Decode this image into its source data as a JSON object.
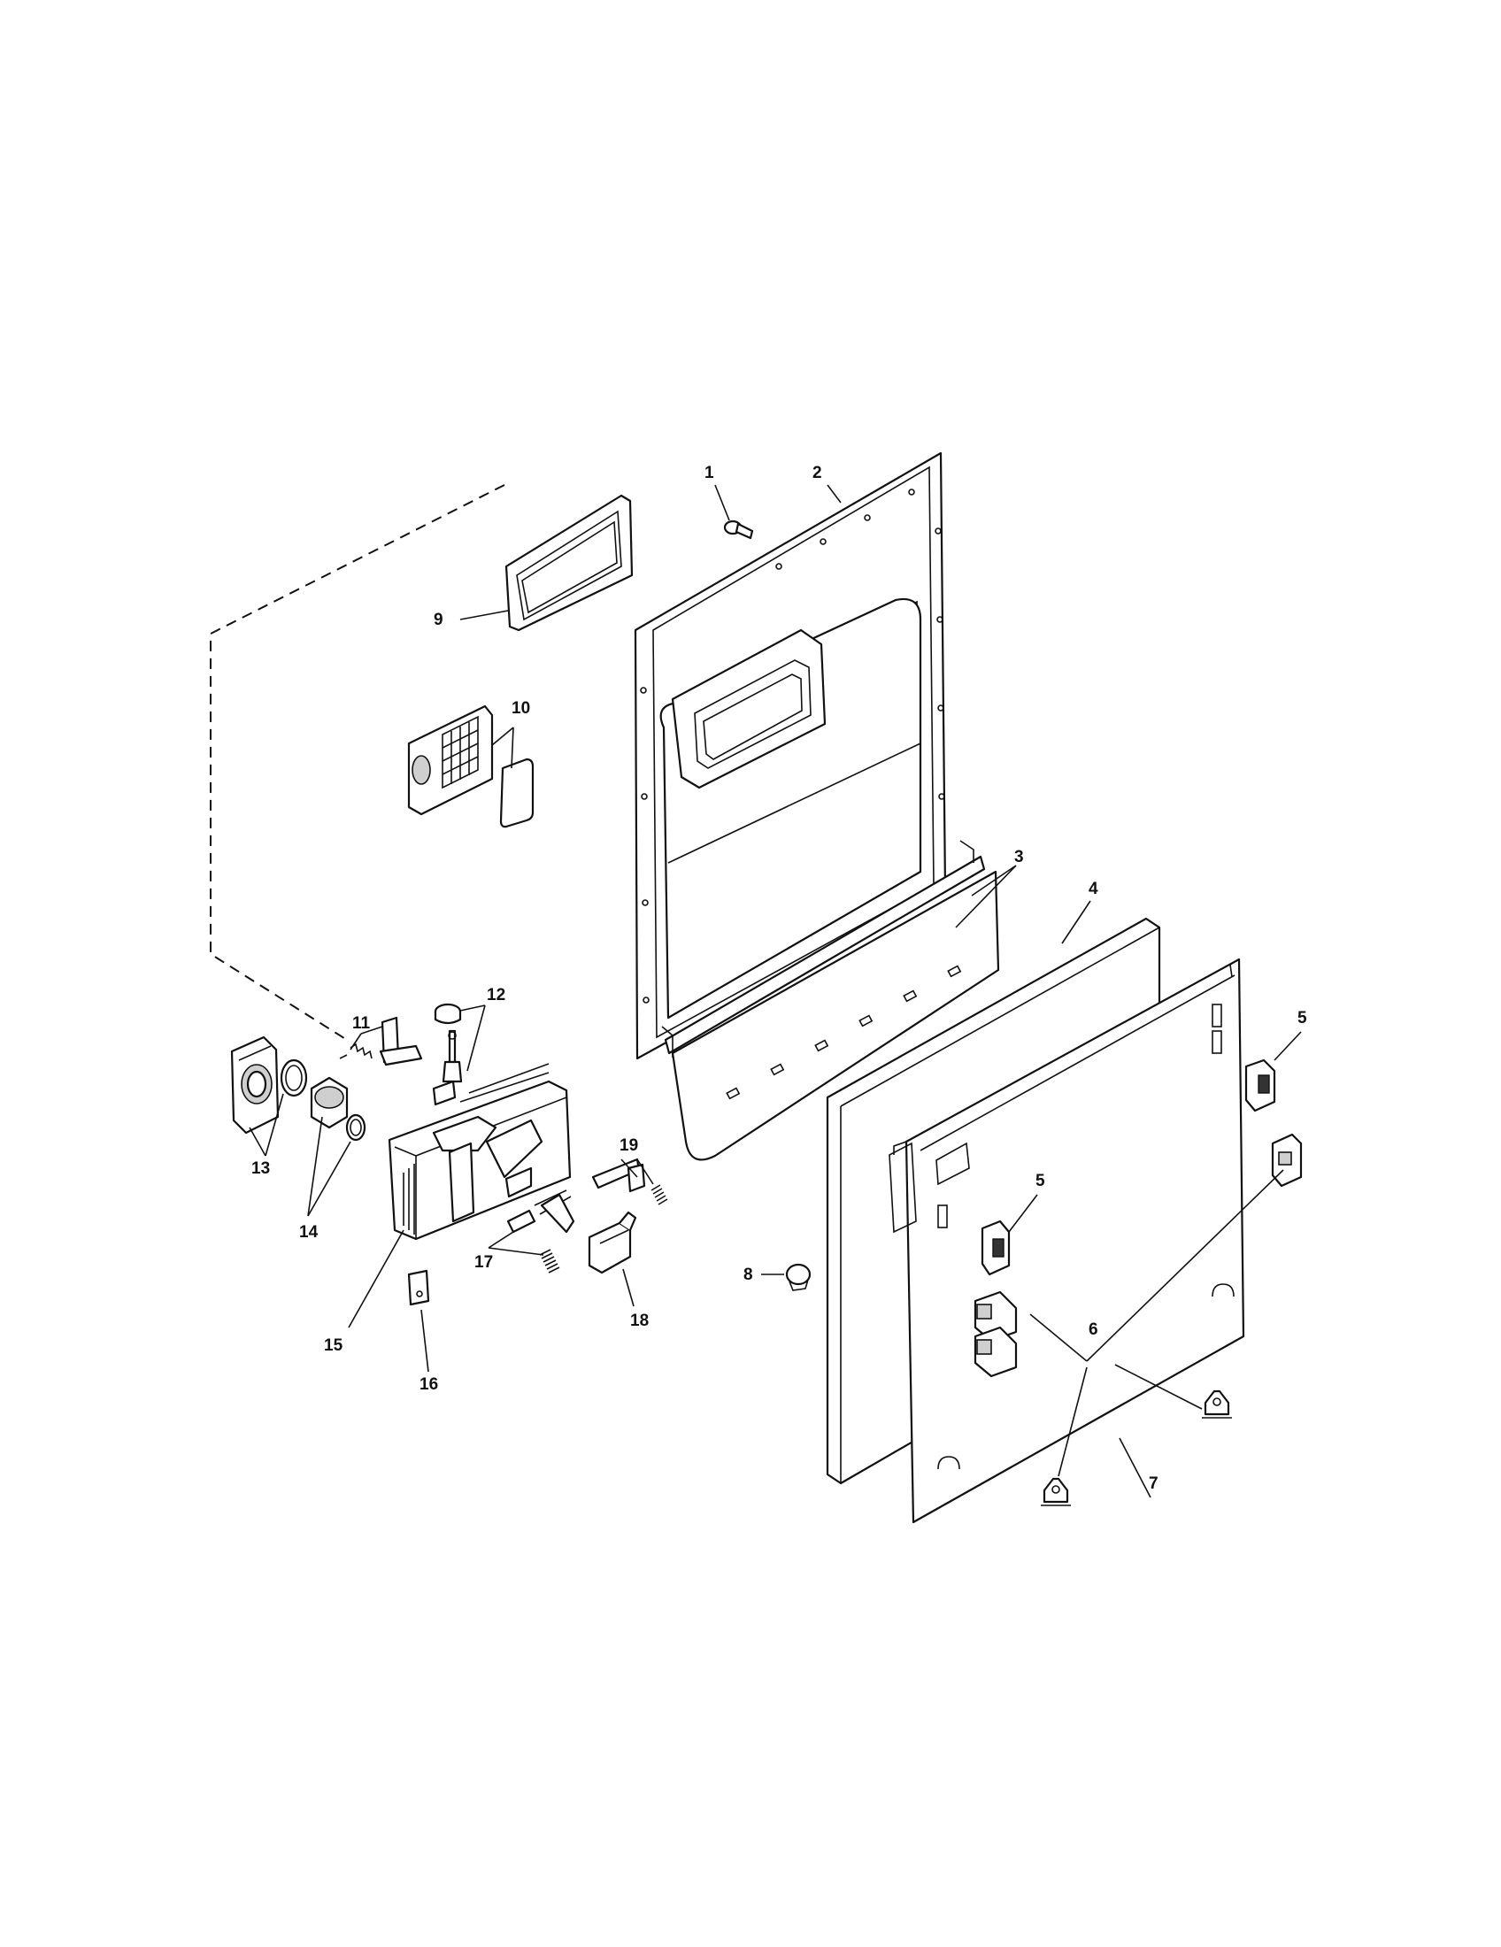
{
  "diagram": {
    "type": "exploded-parts-view",
    "callouts": {
      "c1": "1",
      "c2": "2",
      "c3": "3",
      "c4": "4",
      "c5a": "5",
      "c5b": "5",
      "c6": "6",
      "c7": "7",
      "c8": "8",
      "c9": "9",
      "c10": "10",
      "c11": "11",
      "c12": "12",
      "c13": "13",
      "c14": "14",
      "c15": "15",
      "c16": "16",
      "c17": "17",
      "c18": "18",
      "c19": "19"
    },
    "colors": {
      "line": "#111111",
      "background": "#ffffff",
      "shade": "#cfcfcf"
    }
  }
}
